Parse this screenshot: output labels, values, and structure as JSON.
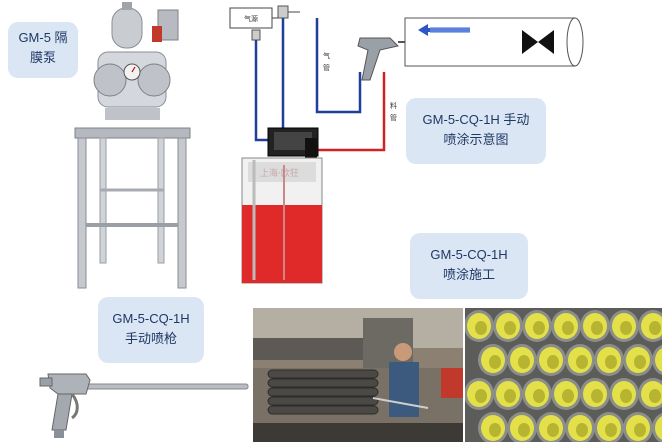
{
  "callouts": {
    "pump": {
      "line1": "GM-5 隔",
      "line2": "膜泵"
    },
    "diagram": {
      "line1": "GM-5-CQ-1H 手动",
      "line2": "喷涂示意图"
    },
    "construction": {
      "line1": "GM-5-CQ-1H",
      "line2": "喷涂施工"
    },
    "gun": {
      "line1": "GM-5-CQ-1H",
      "line2": "手动喷枪"
    }
  },
  "diagram_labels": {
    "air_source": "气源",
    "air_pipe_1": "气",
    "air_pipe_2": "管",
    "material_pipe_1": "料",
    "material_pipe_2": "管",
    "tank_text": "上海·欧狂"
  },
  "colors": {
    "callout_bg": "#dbe6f4",
    "callout_text": "#1f3864",
    "air_line": "#1f3f9a",
    "material_line": "#d42020",
    "tank_red": "#e02a2a",
    "pipe_yellow": "#e3e04a"
  }
}
